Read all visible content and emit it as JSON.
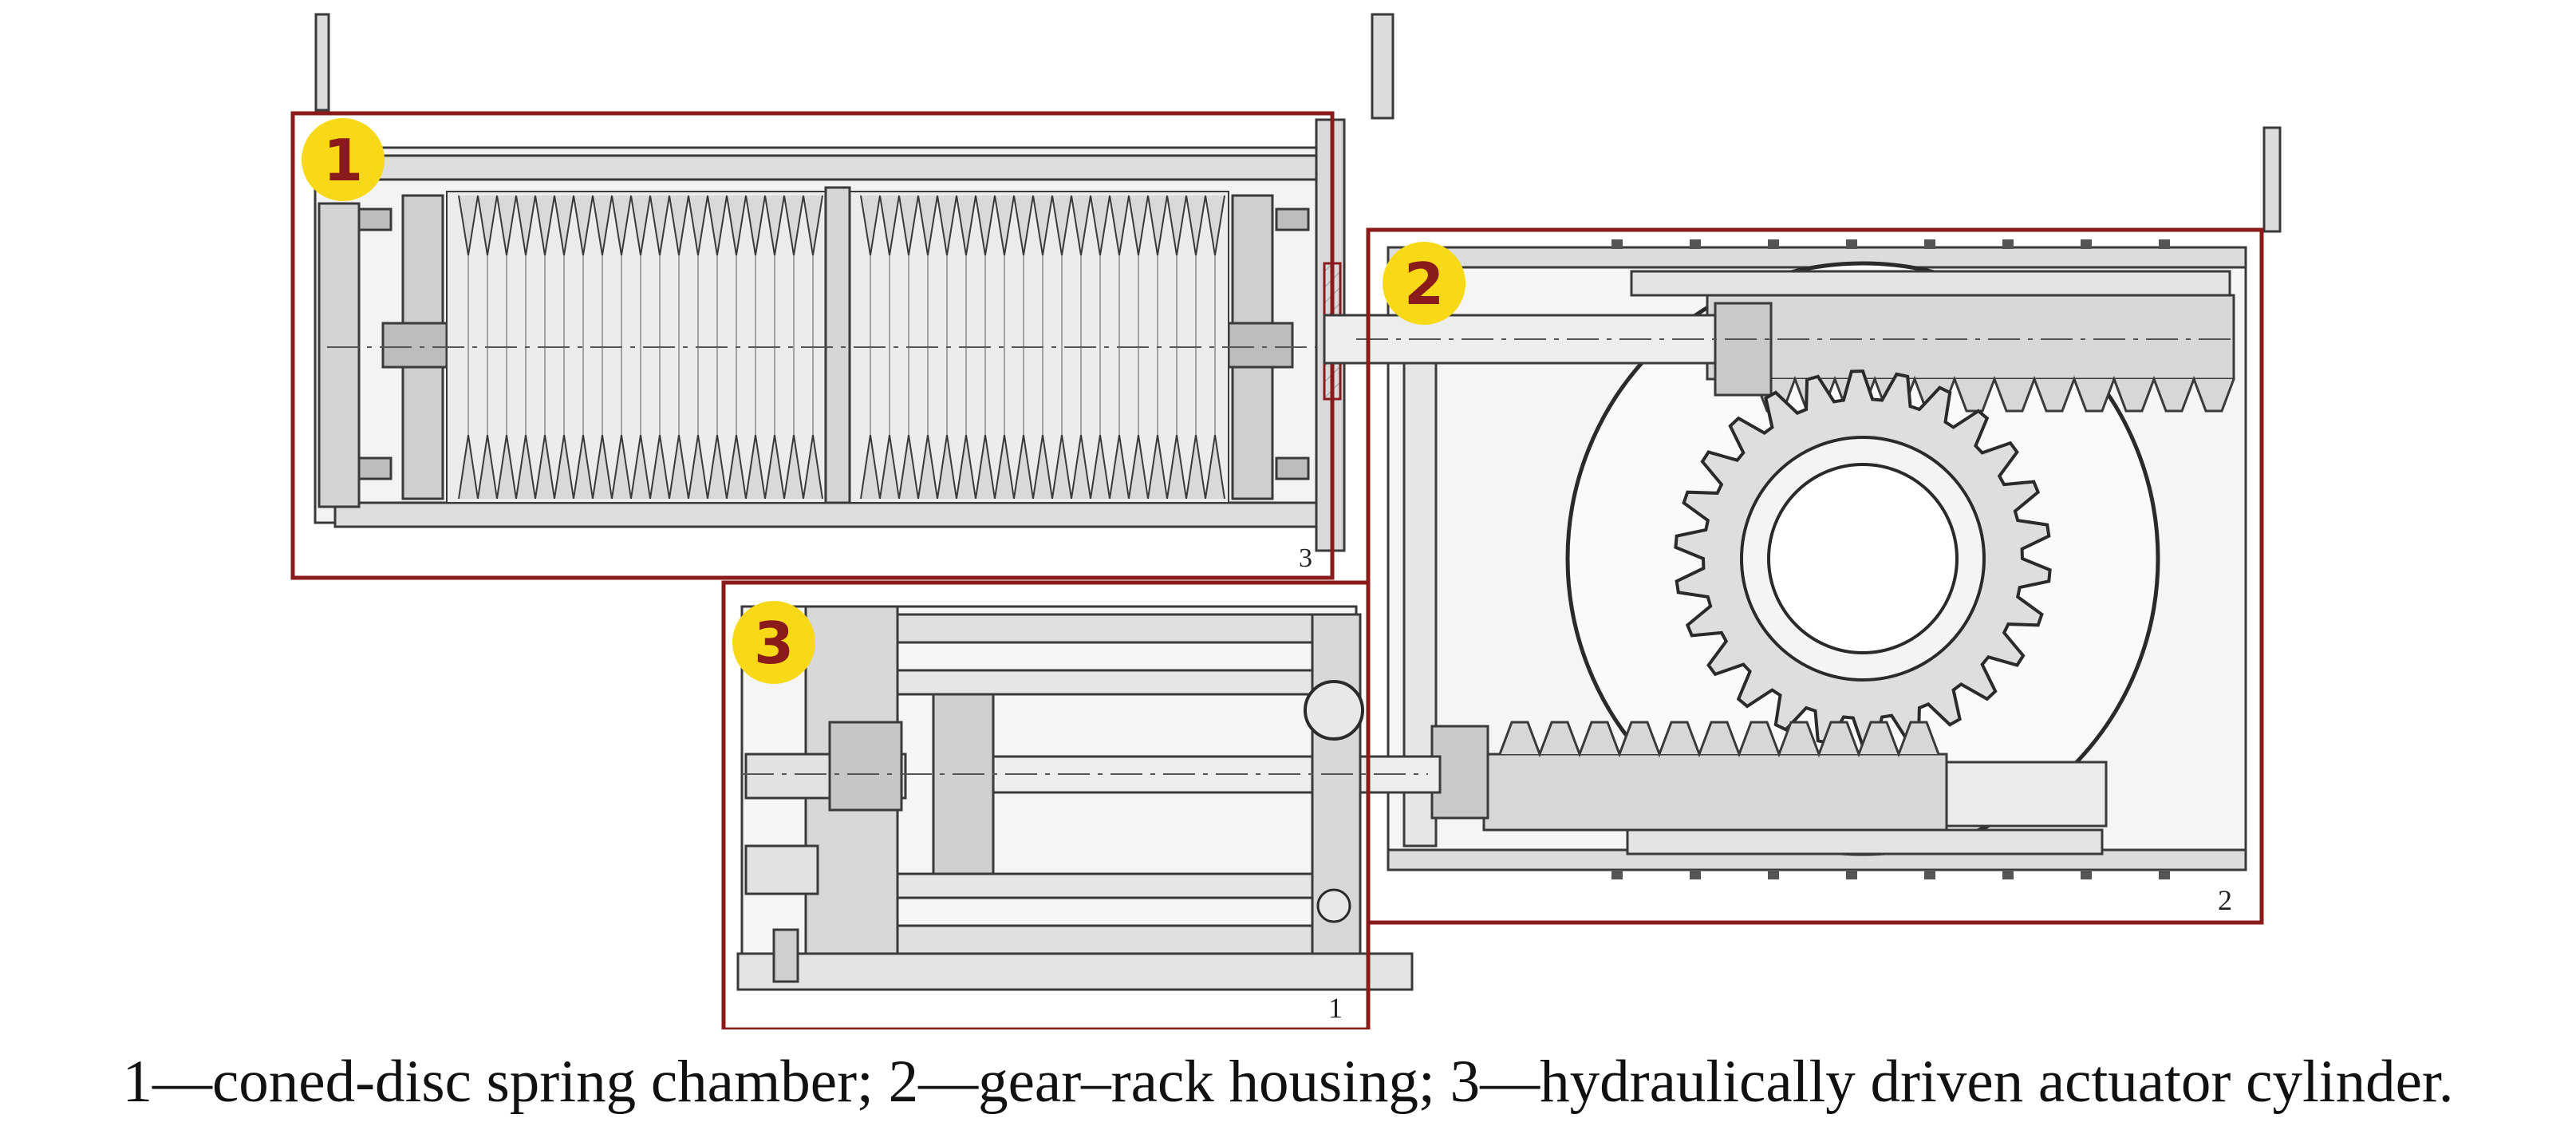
{
  "figure": {
    "caption": "1—coned-disc spring chamber; 2—gear–rack housing; 3—hydraulically driven actuator cylinder."
  },
  "callouts": [
    {
      "id": "1",
      "label": "1"
    },
    {
      "id": "2",
      "label": "2"
    },
    {
      "id": "3",
      "label": "3"
    }
  ],
  "drawing_marks": {
    "mark_spring": "3",
    "mark_gear": "2",
    "mark_cylinder": "1"
  },
  "colors": {
    "outline": "#8b1a1a",
    "callout_fill": "#f7d918",
    "callout_text": "#8b1a1a",
    "part_fill": "#e2e2e2",
    "part_dark": "#cfcfcf",
    "line": "#3a3a3a"
  }
}
